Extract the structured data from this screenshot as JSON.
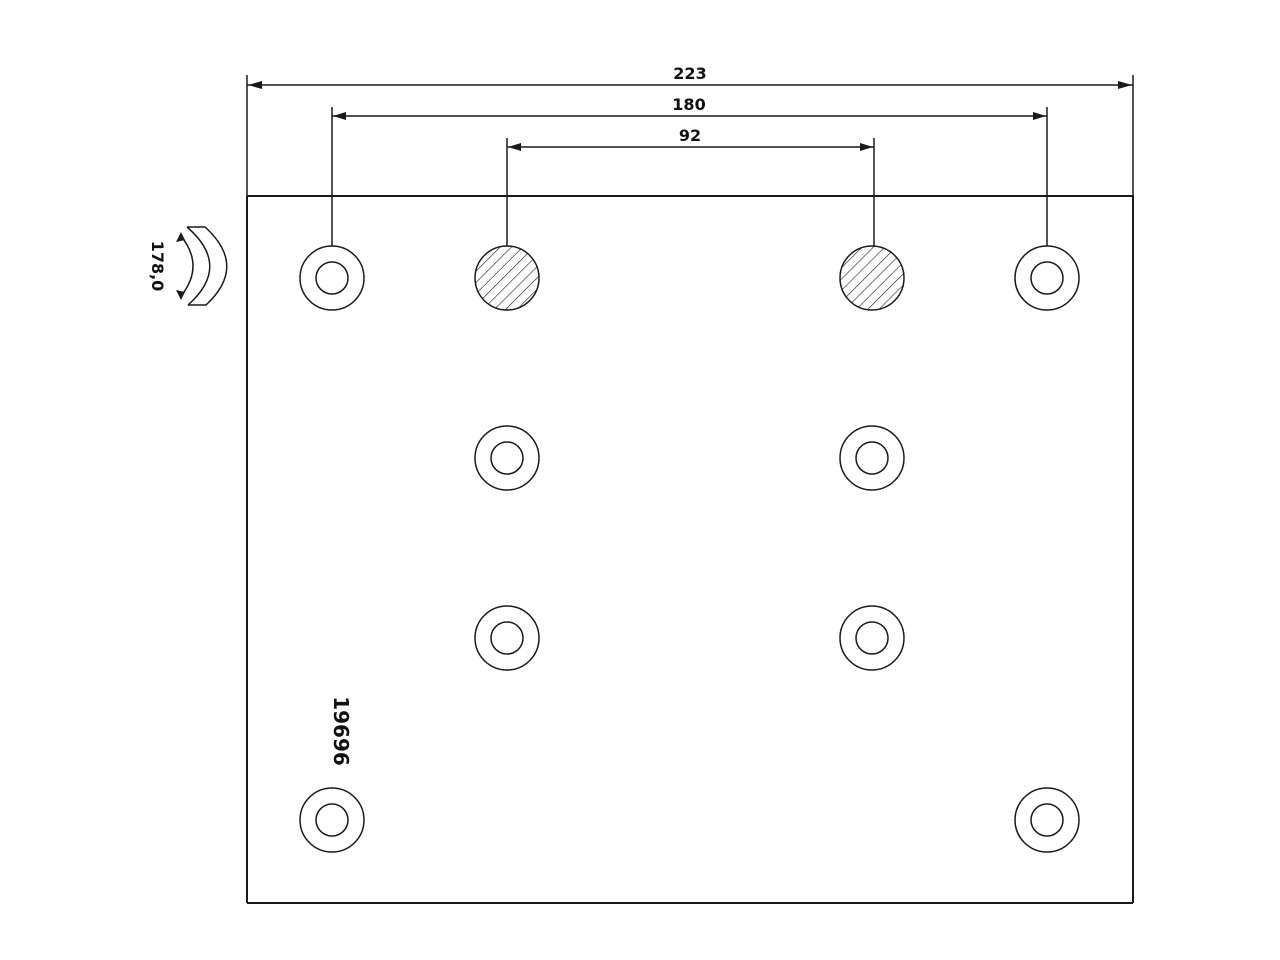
{
  "drawing": {
    "dimensions": {
      "overall_width": "223",
      "hole_span_outer": "180",
      "hole_span_inner": "92"
    },
    "radius_label": "178,0",
    "part_number": "19696",
    "line_color": "#1a1a1a",
    "background": "#ffffff",
    "holes": {
      "plain_count": 8,
      "hatched_count": 2
    }
  }
}
